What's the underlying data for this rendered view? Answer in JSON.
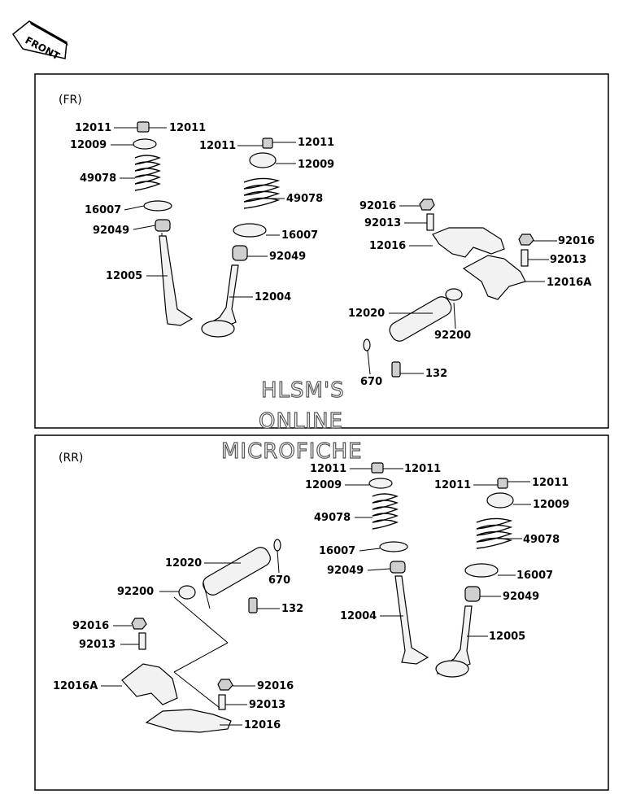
{
  "front_arrow_label": "FRONT",
  "sections": {
    "fr": {
      "label": "(FR)",
      "parts": {
        "p12011a": "12011",
        "p12011b": "12011",
        "p12009a": "12009",
        "p49078a": "49078",
        "p16007a": "16007",
        "p92049a": "92049",
        "p12005": "12005",
        "p12011c": "12011",
        "p12011d": "12011",
        "p12009b": "12009",
        "p49078b": "49078",
        "p16007b": "16007",
        "p92049b": "92049",
        "p12004": "12004",
        "p92016a": "92016",
        "p92013a": "92013",
        "p12016": "12016",
        "p92016b": "92016",
        "p92013b": "92013",
        "p12016A": "12016A",
        "p12020": "12020",
        "p92200": "92200",
        "p670": "670",
        "p132": "132"
      }
    },
    "rr": {
      "label": "(RR)",
      "parts": {
        "p12011a": "12011",
        "p12011b": "12011",
        "p12009a": "12009",
        "p49078a": "49078",
        "p16007a": "16007",
        "p92049a": "92049",
        "p12004": "12004",
        "p12011c": "12011",
        "p12011d": "12011",
        "p12009b": "12009",
        "p49078b": "49078",
        "p16007b": "16007",
        "p92049b": "92049",
        "p12005": "12005",
        "p12020": "12020",
        "p670": "670",
        "p92200": "92200",
        "p132": "132",
        "p92016a": "92016",
        "p92013a": "92013",
        "p12016A": "12016A",
        "p92016b": "92016",
        "p92013b": "92013",
        "p12016": "12016"
      }
    }
  },
  "watermark": {
    "line1": "HLSM'S",
    "line2": "ONLINE",
    "line3": "MICROFICHE"
  }
}
